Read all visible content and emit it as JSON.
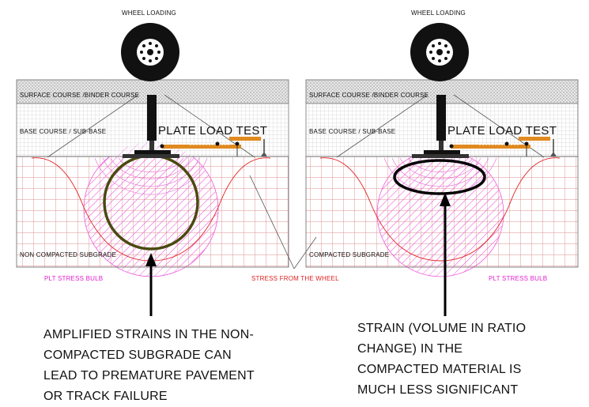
{
  "colors": {
    "grid_red": "#d98080",
    "hatch_pink": "#f060e0",
    "stress_red": "#e02020",
    "bulb_magenta": "#e020d0",
    "ellipse_left": "#4a4a10",
    "ellipse_right": "#000000",
    "beam_orange": "#e08a20"
  },
  "panels": [
    {
      "wheel_label": "WHEEL LOADING",
      "surface_label": "SURFACE COURSE /BINDER COURSE",
      "base_label": "BASE COURSE / SUB-BASE",
      "plt_label": "PLATE LOAD TEST",
      "subgrade_label": "NON COMPACTED SUBGRADE",
      "bulb_label": "PLT STRESS BULB"
    },
    {
      "wheel_label": "WHEEL LOADING",
      "surface_label": "SURFACE COURSE /BINDER COURSE",
      "base_label": "BASE COURSE / SUB-BASE",
      "plt_label": "PLATE LOAD TEST",
      "subgrade_label": "COMPACTED SUBGRADE",
      "bulb_label": "PLT STRESS BULB"
    }
  ],
  "stress_label": "STRESS FROM THE WHEEL",
  "captions": {
    "left": "AMPLIFIED STRAINS IN THE NON-COMPACTED SUBGRADE CAN LEAD TO PREMATURE PAVEMENT OR TRACK FAILURE",
    "right": "STRAIN (VOLUME IN RATIO CHANGE) IN THE COMPACTED MATERIAL IS MUCH LESS SIGNIFICANT"
  }
}
